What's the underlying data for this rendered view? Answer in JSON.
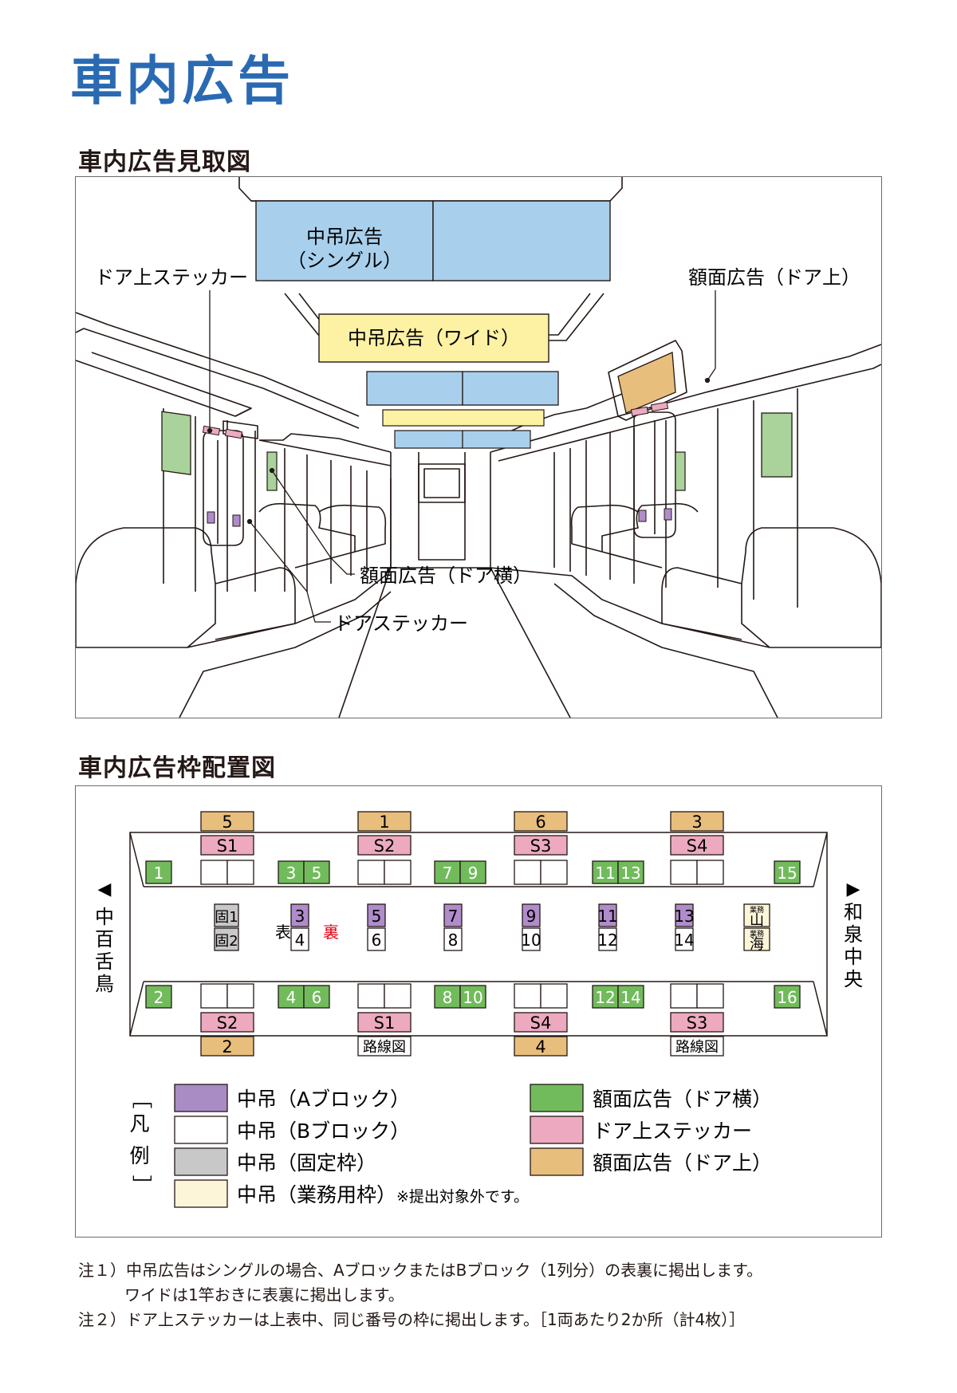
{
  "title": "車内広告",
  "section1": {
    "heading": "車内広告見取図",
    "labels": {
      "hanging_single_1": "中吊広告",
      "hanging_single_2": "（シングル）",
      "hanging_wide": "中吊広告（ワイド）",
      "door_top_sticker": "ドア上ステッカー",
      "frame_door_top": "額面広告（ドア上）",
      "frame_door_side": "額面広告（ドア横）",
      "door_sticker": "ドアステッカー"
    }
  },
  "section2": {
    "heading": "車内広告枠配置図",
    "left_arrow": "◀",
    "right_arrow": "▶",
    "left_station": [
      "中",
      "百",
      "舌",
      "鳥"
    ],
    "right_station": [
      "和",
      "泉",
      "中",
      "央"
    ],
    "top_frame_door_top": [
      "5",
      "1",
      "6",
      "3"
    ],
    "top_door_stickers": [
      "S1",
      "S2",
      "S3",
      "S4"
    ],
    "bottom_door_stickers": [
      "S2",
      "S1",
      "S4",
      "S3"
    ],
    "bottom_frame_door_top": [
      "2",
      "",
      "4",
      ""
    ],
    "bottom_route_maps": [
      "",
      "路線図",
      "",
      "路線図"
    ],
    "top_side_frames": [
      "1",
      "3",
      "5",
      "7",
      "9",
      "11",
      "13",
      "15"
    ],
    "bottom_side_frames": [
      "2",
      "4",
      "6",
      "8",
      "10",
      "12",
      "14",
      "16"
    ],
    "fixed_frames": [
      "固1",
      "固2"
    ],
    "front_label": "表",
    "back_label": "裏",
    "hanging_a": [
      "3",
      "5",
      "7",
      "9",
      "11",
      "13"
    ],
    "hanging_b": [
      "4",
      "6",
      "8",
      "10",
      "12",
      "14"
    ],
    "business_small": [
      "業務",
      "業務"
    ],
    "business_big": [
      "山",
      "海"
    ],
    "legend_title": [
      "［",
      "凡",
      "例",
      "］"
    ],
    "legend": [
      {
        "label": "中吊（Aブロック）",
        "color": "#a98cc4"
      },
      {
        "label": "中吊（Bブロック）",
        "color": "#ffffff"
      },
      {
        "label": "中吊（固定枠）",
        "color": "#c8c8c8"
      },
      {
        "label": "中吊（業務用枠）",
        "color": "#fdf5d8",
        "note": "※提出対象外です。"
      },
      {
        "label": "額面広告（ドア横）",
        "color": "#72bb5c"
      },
      {
        "label": "ドア上ステッカー",
        "color": "#eca9bf"
      },
      {
        "label": "額面広告（ドア上）",
        "color": "#e8be7d"
      }
    ]
  },
  "notes": [
    "注１）中吊広告はシングルの場合、AブロックまたはBブロック（1列分）の表裏に掲出します。",
    "ワイドは1竿おきに表裏に掲出します。",
    "注２）ドア上ステッカーは上表中、同じ番号の枠に掲出します。［1両あたり2か所（計4枚）］"
  ],
  "colors": {
    "title": "#2a6ab3",
    "hanging_single": "#a8d0ec",
    "hanging_wide": "#fdf1a3",
    "frame_side": "#a9d39a",
    "frame_top": "#e8be7d",
    "sticker_pink": "#eca9bf",
    "sticker_purple": "#b08ccb",
    "back_red": "#e60012"
  }
}
